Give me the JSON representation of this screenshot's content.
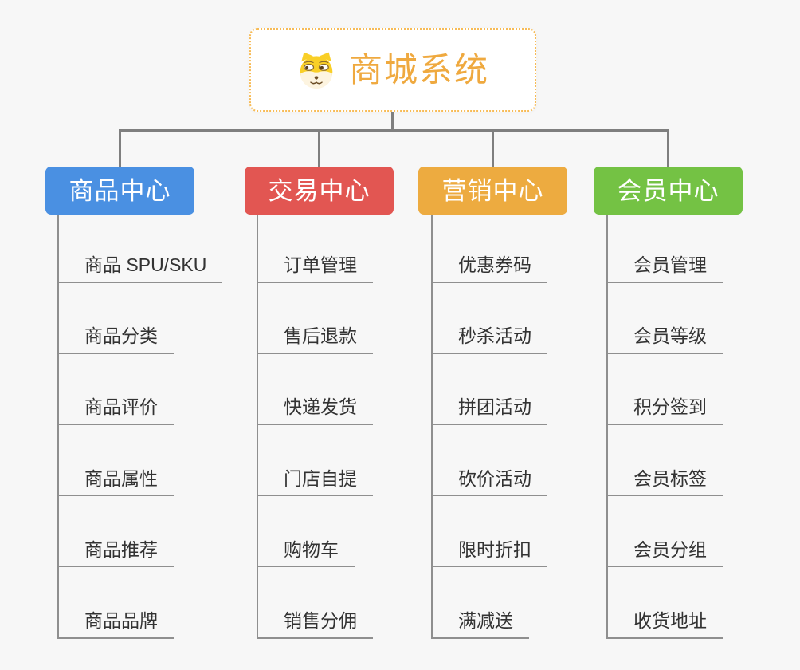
{
  "root": {
    "title": "商城系统",
    "icon": "doge-icon",
    "title_color": "#efa93f",
    "border_color": "#f7bb56"
  },
  "branches": [
    {
      "label": "商品中心",
      "color": "#4a90e2",
      "items": [
        "商品 SPU/SKU",
        "商品分类",
        "商品评价",
        "商品属性",
        "商品推荐",
        "商品品牌"
      ]
    },
    {
      "label": "交易中心",
      "color": "#e25652",
      "items": [
        "订单管理",
        "售后退款",
        "快递发货",
        "门店自提",
        "购物车",
        "销售分佣"
      ]
    },
    {
      "label": "营销中心",
      "color": "#edab40",
      "items": [
        "优惠券码",
        "秒杀活动",
        "拼团活动",
        "砍价活动",
        "限时折扣",
        "满减送"
      ]
    },
    {
      "label": "会员中心",
      "color": "#74c244",
      "items": [
        "会员管理",
        "会员等级",
        "积分签到",
        "会员标签",
        "会员分组",
        "收货地址"
      ]
    }
  ]
}
